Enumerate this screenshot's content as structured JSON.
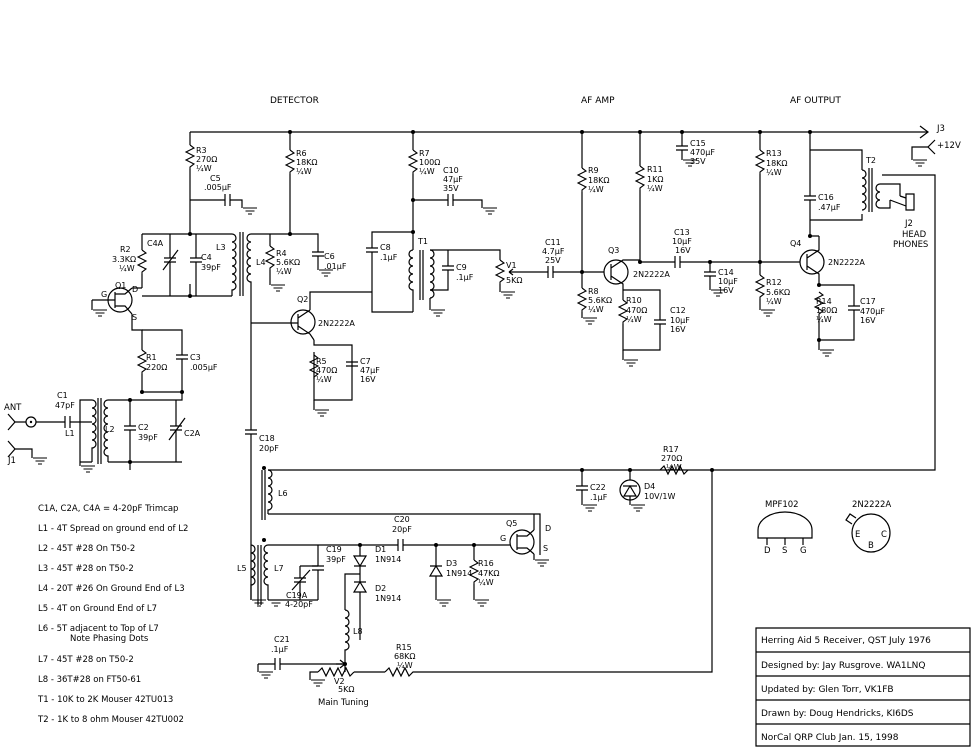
{
  "sections": {
    "detector": "DETECTOR",
    "af_amp": "AF AMP",
    "af_output": "AF OUTPUT"
  },
  "connectors": {
    "ant": "ANT",
    "j1": "J1",
    "j2": "J2",
    "j2_desc1": "HEAD",
    "j2_desc2": "PHONES",
    "j3": "J3",
    "j3_desc": "+12V"
  },
  "parts": {
    "r1": [
      "R1",
      "220Ω"
    ],
    "r2": [
      "R2",
      "3.3KΩ",
      "¼W"
    ],
    "r3": [
      "R3",
      "270Ω",
      "¼W"
    ],
    "r4": [
      "R4",
      "5.6KΩ",
      "¼W"
    ],
    "r5": [
      "R5",
      "470Ω",
      "¼W"
    ],
    "r6": [
      "R6",
      "18KΩ",
      "¼W"
    ],
    "r7": [
      "R7",
      "100Ω",
      "¼W"
    ],
    "r8": [
      "R8",
      "5.6KΩ",
      "¼W"
    ],
    "r9": [
      "R9",
      "18KΩ",
      "¼W"
    ],
    "r10": [
      "R10",
      "470Ω",
      "¼W"
    ],
    "r11": [
      "R11",
      "1KΩ",
      "¼W"
    ],
    "r12": [
      "R12",
      "5.6KΩ",
      "¼W"
    ],
    "r13": [
      "R13",
      "18KΩ",
      "¼W"
    ],
    "r14": [
      "R14",
      "180Ω",
      "¼W"
    ],
    "r15": [
      "R15",
      "68KΩ",
      "¼W"
    ],
    "r16": [
      "R16",
      "47KΩ",
      "¼W"
    ],
    "r17": [
      "R17",
      "270Ω",
      "¼W"
    ],
    "c1": [
      "C1",
      "47pF"
    ],
    "c2": [
      "C2",
      "39pF"
    ],
    "c2a": [
      "C2A"
    ],
    "c3": [
      "C3",
      ".005µF"
    ],
    "c4": [
      "C4",
      "39pF"
    ],
    "c4a": [
      "C4A"
    ],
    "c5": [
      "C5",
      ".005µF"
    ],
    "c6": [
      "C6",
      ".01µF"
    ],
    "c7": [
      "C7",
      "47µF",
      "16V"
    ],
    "c8": [
      "C8",
      ".1µF"
    ],
    "c9": [
      "C9",
      ".1µF"
    ],
    "c10": [
      "C10",
      "47µF",
      "35V"
    ],
    "c11": [
      "C11",
      "4.7µF",
      "25V"
    ],
    "c12": [
      "C12",
      "10µF",
      "16V"
    ],
    "c13": [
      "C13",
      "10µF",
      "16V"
    ],
    "c14": [
      "C14",
      "10µF",
      "16V"
    ],
    "c15": [
      "C15",
      "470µF",
      "35V"
    ],
    "c16": [
      "C16",
      ".47µF"
    ],
    "c17": [
      "C17",
      "470µF",
      "16V"
    ],
    "c18": [
      "C18",
      "20pF"
    ],
    "c19": [
      "C19",
      "39pF"
    ],
    "c19a": [
      "C19A",
      "4-20pF"
    ],
    "c20": [
      "C20",
      "20pF"
    ],
    "c21": [
      "C21",
      ".1µF"
    ],
    "c22": [
      "C22",
      ".1µF"
    ],
    "d1": [
      "D1",
      "1N914"
    ],
    "d2": [
      "D2",
      "1N914"
    ],
    "d3": [
      "D3",
      "1N914"
    ],
    "d4": [
      "D4",
      "10V/1W"
    ],
    "q1": [
      "Q1",
      "G",
      "D",
      "S"
    ],
    "q2": [
      "Q2",
      "2N2222A"
    ],
    "q3": [
      "Q3",
      "2N2222A"
    ],
    "q4": [
      "Q4",
      "2N2222A"
    ],
    "q5": [
      "Q5",
      "G",
      "D",
      "S"
    ],
    "l1": "L1",
    "l2": "L2",
    "l3": "L3",
    "l4": "L4",
    "l5": "L5",
    "l6": "L6",
    "l7": "L7",
    "l8": "L8",
    "t1": "T1",
    "t2": "T2",
    "v1": [
      "V1",
      "5KΩ"
    ],
    "v2": [
      "V2",
      "5KΩ",
      "Main Tuning"
    ]
  },
  "pinouts": {
    "mpf102": {
      "title": "MPF102",
      "pins": [
        "D",
        "S",
        "G"
      ]
    },
    "n2222": {
      "title": "2N2222A",
      "pins": [
        "E",
        "B",
        "C"
      ]
    }
  },
  "notes": [
    "C1A, C2A, C4A = 4-20pF Trimcap",
    "L1 - 4T Spread on ground end of L2",
    "L2 - 45T #28 On T50-2",
    "L3 - 45T #28 on T50-2",
    "L4 - 20T #26 On Ground End of L3",
    "L5 - 4T on Ground End of L7",
    "L6 - 5T adjacent to Top of L7",
    "Note Phasing Dots",
    "L7 - 45T #28 on T50-2",
    "L8 - 36T#28 on FT50-61",
    "T1 - 10K to 2K Mouser 42TU013",
    "T2 - 1K to 8 ohm Mouser 42TU002"
  ],
  "title_block": [
    "Herring Aid 5 Receiver, QST July 1976",
    "Designed by: Jay Rusgrove. WA1LNQ",
    "Updated by: Glen Torr, VK1FB",
    "Drawn by: Doug Hendricks, KI6DS",
    "NorCal QRP Club Jan. 15, 1998"
  ]
}
